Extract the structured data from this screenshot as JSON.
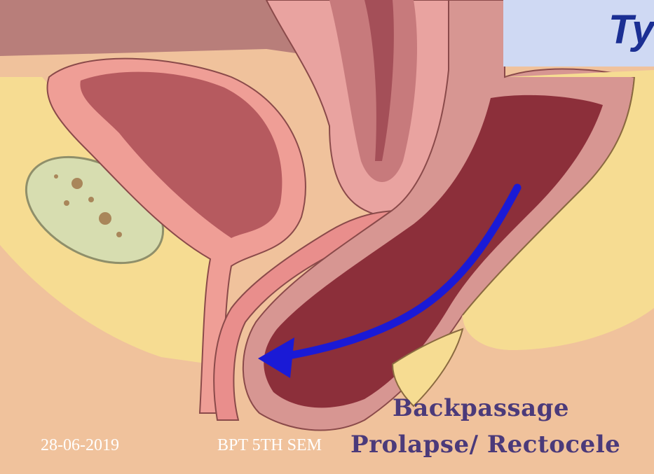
{
  "slide": {
    "title_fragment": "Ty"
  },
  "illustration": {
    "labels": [
      "Backpassage",
      "Prolapse/ Rectocele"
    ],
    "arrow_color": "#1a1ad6"
  },
  "footer": {
    "date": "28-06-2019",
    "course": "BPT 5TH SEM"
  }
}
